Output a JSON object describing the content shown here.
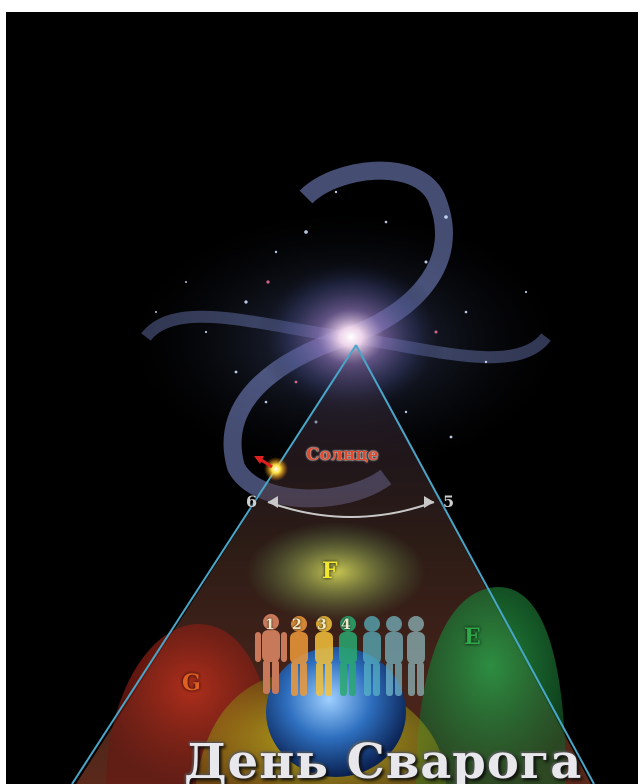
{
  "title": "День Сварога",
  "sun_label": "Солнце",
  "numbers": {
    "left": "6",
    "right": "5"
  },
  "zones": {
    "f": "F",
    "e": "E",
    "g": "G"
  },
  "bodies": [
    "1",
    "2",
    "3",
    "4"
  ],
  "colors": {
    "background": "#000000",
    "sun_label": "#e24a2e",
    "f": "#f3e830",
    "e": "#2fa84a",
    "g": "#e06020",
    "triangle_edge": "#4aa6c8"
  }
}
